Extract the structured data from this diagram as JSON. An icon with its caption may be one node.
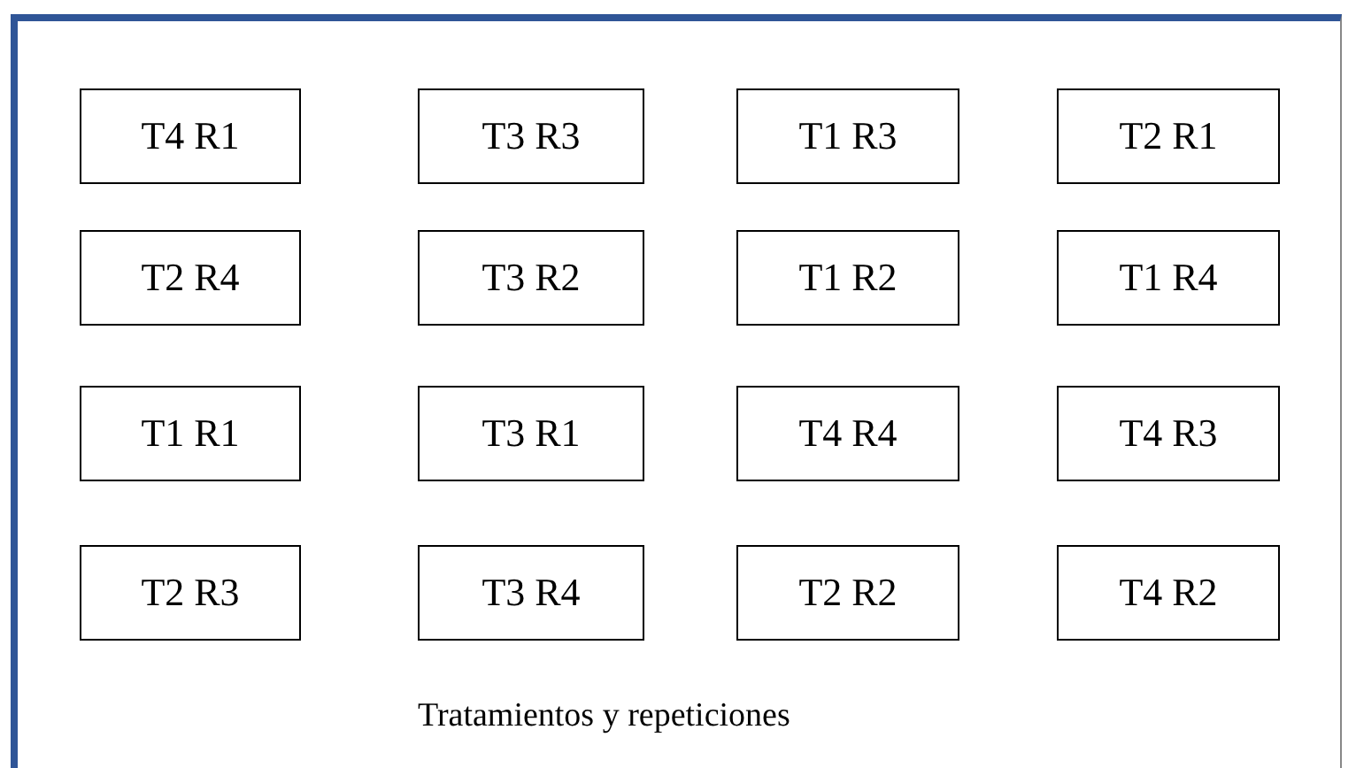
{
  "diagram": {
    "nodes": [
      {
        "text": [
          "Tratamientos y repeticiones"
        ]
      },
      {
        "text": [
          "T4 R1"
        ],
        "in": 0
      },
      {
        "text": [
          "T3 R3"
        ],
        "in": 0
      },
      {
        "text": [
          "T1 R3"
        ],
        "in": 0
      },
      {
        "text": [
          "T2 R1"
        ],
        "in": 0
      },
      {
        "text": [
          "T2 R4"
        ],
        "in": 0
      },
      {
        "text": [
          "T3 R2"
        ],
        "in": 0
      },
      {
        "text": [
          "T1 R2"
        ],
        "in": 0
      },
      {
        "text": [
          "T1 R4"
        ],
        "in": 0
      },
      {
        "text": [
          "T1 R1"
        ],
        "in": 0
      },
      {
        "text": [
          "T3 R1"
        ],
        "in": 0
      },
      {
        "text": [
          "T4 R4"
        ],
        "in": 0
      },
      {
        "text": [
          "T4 R3"
        ],
        "in": 0
      },
      {
        "text": [
          "T2 R3"
        ],
        "in": 0
      },
      {
        "text": [
          "T3 R4"
        ],
        "in": 0
      },
      {
        "text": [
          "T2 R2"
        ],
        "in": 0
      },
      {
        "text": [
          "T4 R2"
        ],
        "in": 0
      }
    ]
  }
}
